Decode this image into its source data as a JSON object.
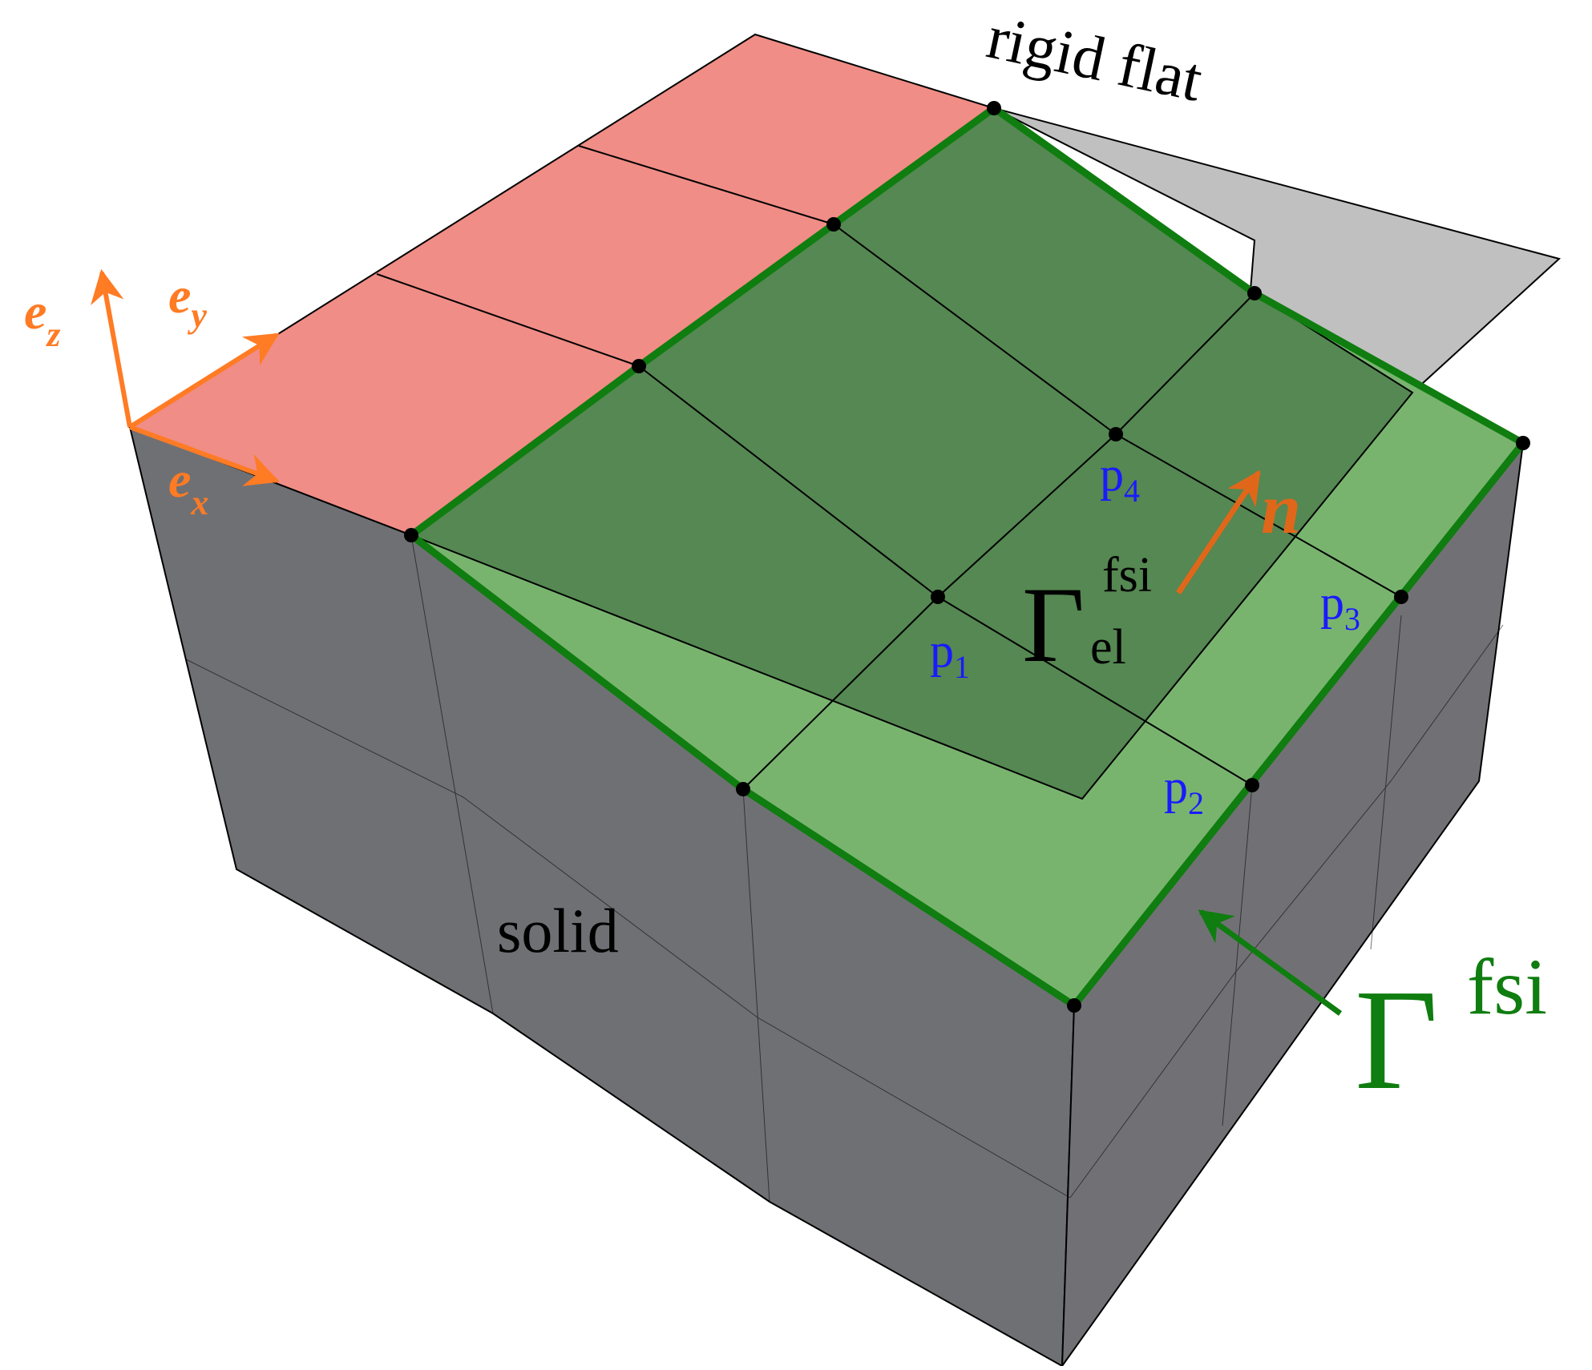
{
  "labels": {
    "rigid_flat": "rigid flat",
    "solid": "solid",
    "normal": "n",
    "gamma": "Γ",
    "gamma_el_sup": "fsi",
    "gamma_el_sub": "el",
    "gamma_fsi_sup": "fsi"
  },
  "axes": {
    "ez": {
      "base": "e",
      "sub": "z"
    },
    "ey": {
      "base": "e",
      "sub": "y"
    },
    "ex": {
      "base": "e",
      "sub": "x"
    }
  },
  "points": [
    {
      "base": "p",
      "sub": "1"
    },
    {
      "base": "p",
      "sub": "2"
    },
    {
      "base": "p",
      "sub": "3"
    },
    {
      "base": "p",
      "sub": "4"
    }
  ],
  "colors": {
    "solid_gray": "#707174",
    "contact_red": "#f08d86",
    "fsi_light_green": "#79b46f",
    "fsi_dark_green": "#558852",
    "boundary_green": "#0f7d0f",
    "rigid_gray": "#c0c0c0",
    "axis_orange": "#ff7b24",
    "normal_orange": "#e0671a",
    "point_label_blue": "#1a1aff"
  }
}
